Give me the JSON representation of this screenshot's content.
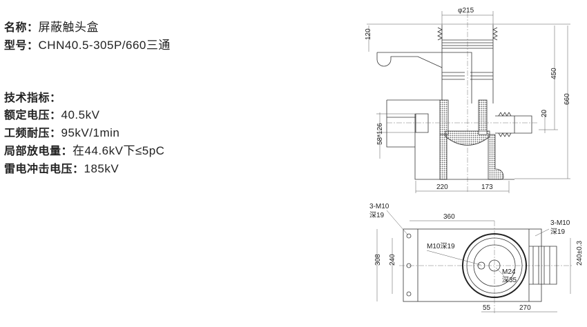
{
  "product": {
    "name_label": "名称：",
    "name": "屏蔽触头盒",
    "model_label": "型号：",
    "model": "CHN40.5-305P/660三通"
  },
  "specs": {
    "heading": "技术指标：",
    "items": [
      {
        "label": "额定电压：",
        "value": "40.5kV"
      },
      {
        "label": "工频耐压：",
        "value": "95kV/1min"
      },
      {
        "label": "局部放电量：",
        "value": "在44.6kV下≤5pC"
      },
      {
        "label": "雷电冲击电压：",
        "value": "185kV"
      }
    ]
  },
  "drawing_front": {
    "dims": {
      "dia": "φ215",
      "h120": "120",
      "h450": "450",
      "h660": "660",
      "h20": "20",
      "pipe": "58*126",
      "w220": "220",
      "w173": "173"
    }
  },
  "drawing_top": {
    "dims": {
      "w360": "360",
      "h308": "308",
      "h240": "240",
      "h240tol": "240±0.3",
      "w55": "55",
      "w270": "270"
    },
    "notes": {
      "left_thread": "3-M10",
      "left_depth": "深19",
      "right_thread": "3-M10",
      "right_depth": "深19",
      "center_hole": "M10深19",
      "main_thread": "M24",
      "main_depth": "深35"
    }
  }
}
